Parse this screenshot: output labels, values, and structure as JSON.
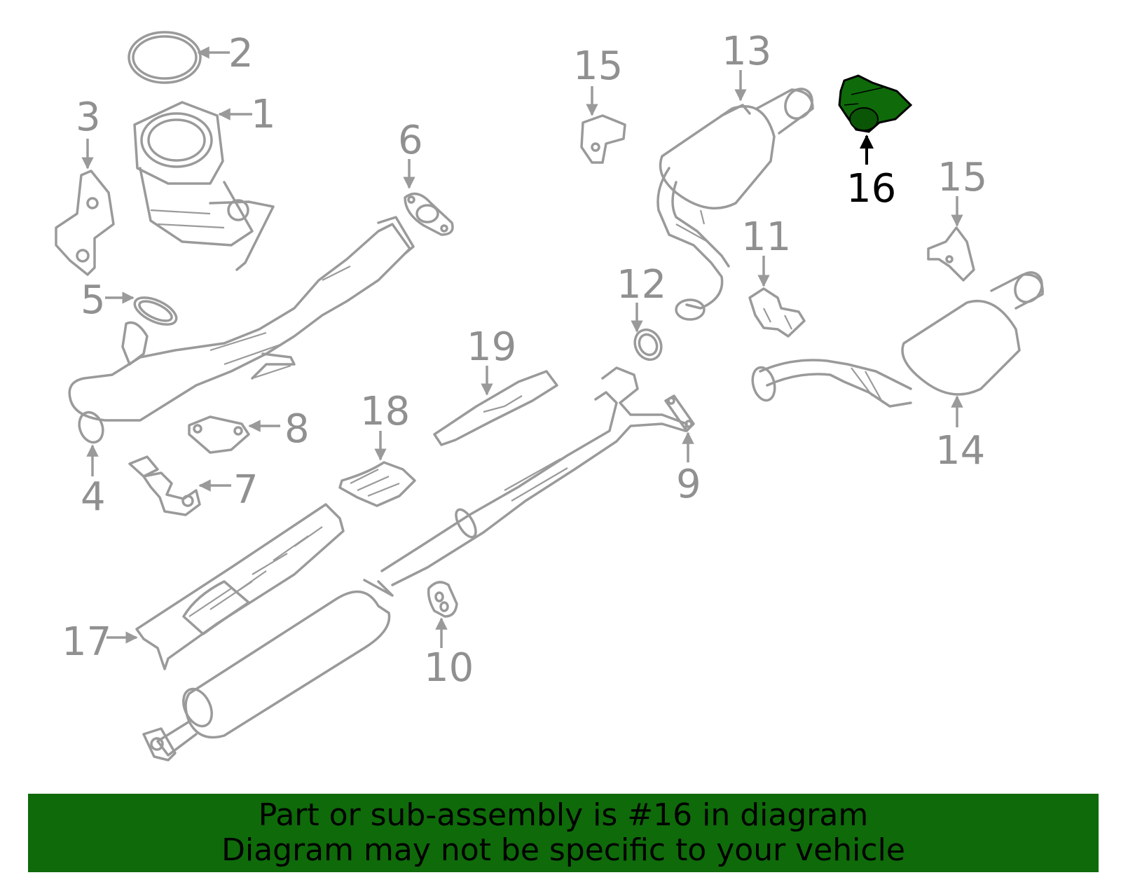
{
  "callouts": [
    {
      "number": "1"
    },
    {
      "number": "2"
    },
    {
      "number": "3"
    },
    {
      "number": "4"
    },
    {
      "number": "5"
    },
    {
      "number": "6"
    },
    {
      "number": "7"
    },
    {
      "number": "8"
    },
    {
      "number": "9"
    },
    {
      "number": "10"
    },
    {
      "number": "11"
    },
    {
      "number": "12"
    },
    {
      "number": "13"
    },
    {
      "number": "14"
    },
    {
      "number": "15"
    },
    {
      "number": "15"
    },
    {
      "number": "16",
      "highlighted": true
    },
    {
      "number": "17"
    },
    {
      "number": "18"
    },
    {
      "number": "19"
    }
  ],
  "highlight_color": "#0f6a0a",
  "banner": {
    "line1": "Part or sub-assembly is #16 in diagram",
    "line2": "Diagram may not be specific to your vehicle",
    "background": "#0f6a0a"
  }
}
